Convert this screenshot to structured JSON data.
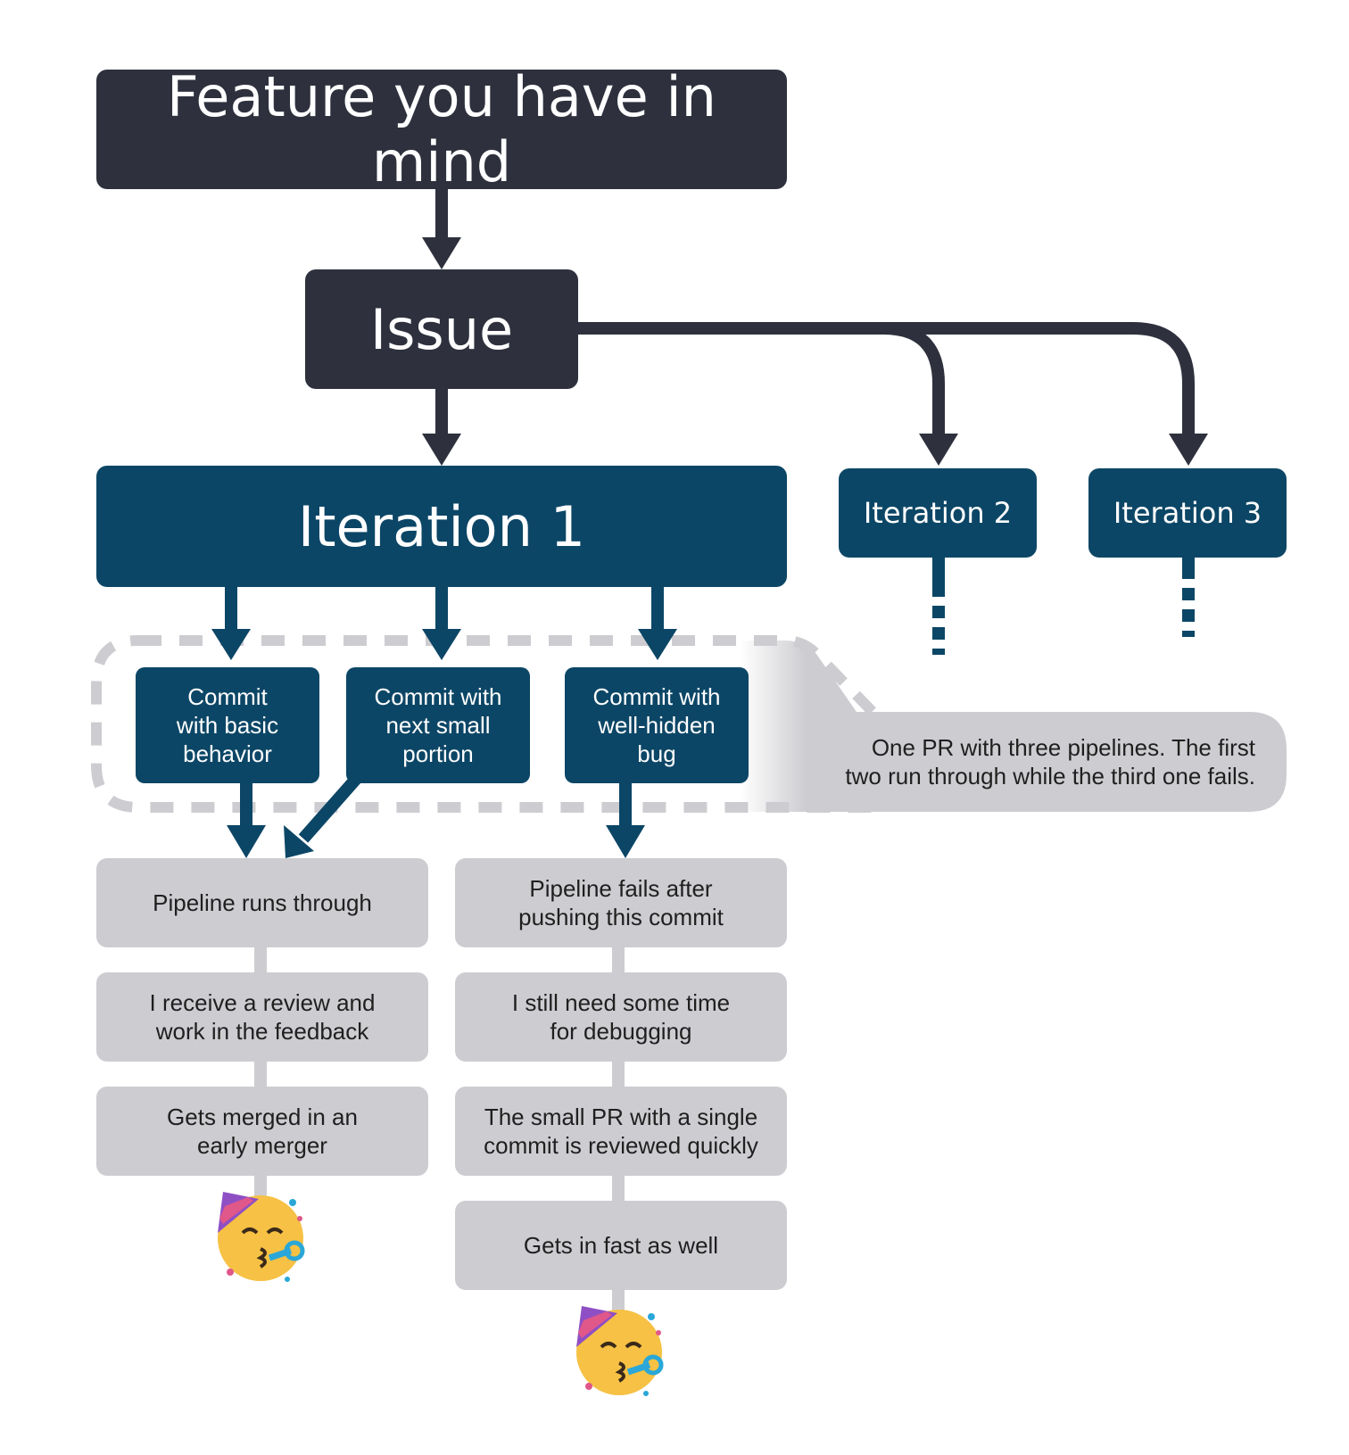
{
  "colors": {
    "dark": "#2e313d",
    "blue": "#0c4666",
    "gray": "#cdcdd1",
    "dashed_frame": "#cdcdd1"
  },
  "feature": {
    "label": "Feature you have in mind"
  },
  "issue": {
    "label": "Issue"
  },
  "iterations": [
    {
      "label": "Iteration 1"
    },
    {
      "label": "Iteration 2"
    },
    {
      "label": "Iteration 3"
    }
  ],
  "commits": [
    {
      "label": "Commit\nwith basic\nbehavior"
    },
    {
      "label": "Commit with\nnext small\nportion"
    },
    {
      "label": "Commit with\nwell-hidden\nbug"
    }
  ],
  "pr_note": "One PR with three pipelines. The first\ntwo run through while the third one fails.",
  "left_path": [
    "Pipeline runs through",
    "I receive a review and\nwork in the feedback",
    "Gets merged in an\nearly merger"
  ],
  "right_path": [
    "Pipeline fails after\npushing this commit",
    "I still need some time\nfor debugging",
    "The small PR with a single\ncommit is reviewed quickly",
    "Gets in fast as well"
  ],
  "icons": [
    "party-face-icon",
    "party-face-icon"
  ]
}
